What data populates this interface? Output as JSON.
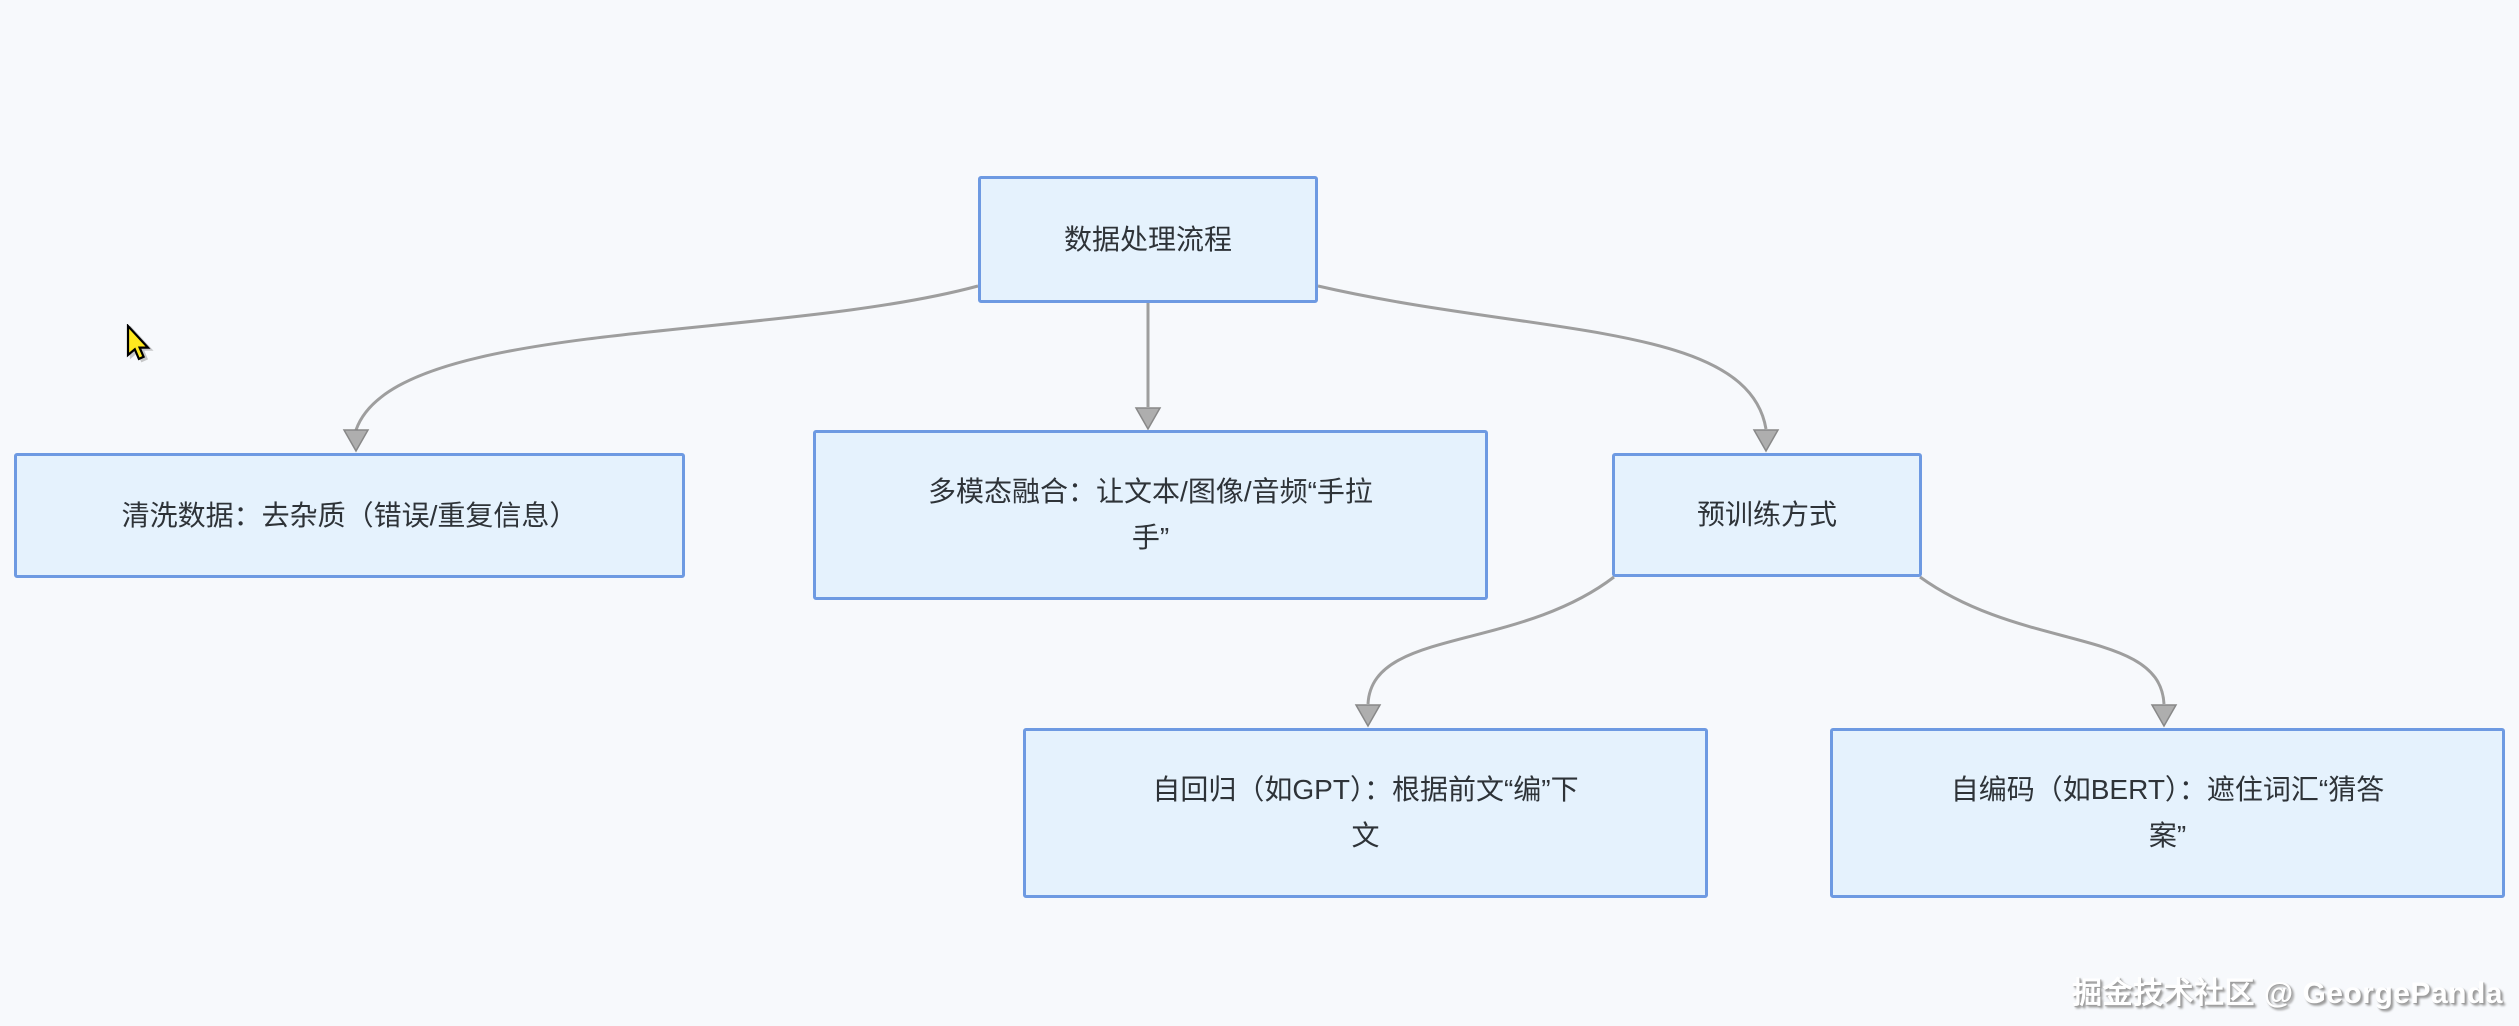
{
  "colors": {
    "bg": "#f7f9fc",
    "node_fill": "#e5f2fd",
    "node_border": "#6e9ae2",
    "text": "#2e3338",
    "edge": "#9e9e9e",
    "arrow_fill": "#a8a8a8",
    "arrow_stroke": "#7f7f7f",
    "wm_text": "#ffffff",
    "wm_shadow": "#9b9b9b",
    "cursor_fill": "#ffe81f",
    "cursor_outline": "#000000"
  },
  "diagram": {
    "nodes": [
      {
        "id": "root",
        "label": "数据处理流程",
        "line1": "数据处理流程",
        "line2": ""
      },
      {
        "id": "clean",
        "label": "清洗数据：去杂质（错误/重复信息）",
        "line1": "清洗数据：去杂质（错误/重复信息）",
        "line2": ""
      },
      {
        "id": "multimodal",
        "label": "多模态融合：让文本/图像/音频“手拉手”",
        "line1": "多模态融合：让文本/图像/音频“手拉",
        "line2": "手”"
      },
      {
        "id": "pretrain",
        "label": "预训练方式",
        "line1": "预训练方式",
        "line2": ""
      },
      {
        "id": "autoregressive",
        "label": "自回归（如GPT）：根据前文“编”下文",
        "line1": "自回归（如GPT）：根据前文“编”下",
        "line2": "文"
      },
      {
        "id": "autoencoding",
        "label": "自编码（如BERT）：遮住词汇“猜答案”",
        "line1": "自编码（如BERT）：遮住词汇“猜答",
        "line2": "案”"
      }
    ],
    "edges": [
      {
        "from": "root",
        "to": "clean"
      },
      {
        "from": "root",
        "to": "multimodal"
      },
      {
        "from": "root",
        "to": "pretrain"
      },
      {
        "from": "pretrain",
        "to": "autoregressive"
      },
      {
        "from": "pretrain",
        "to": "autoencoding"
      }
    ]
  },
  "watermark": {
    "text": "掘金技术社区 @ GeorgePanda"
  }
}
